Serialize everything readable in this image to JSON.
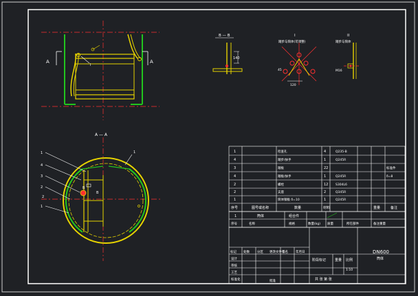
{
  "colors": {
    "background": "#1f2125",
    "frame": "#ffffff",
    "yellow": "#e6d200",
    "green": "#22c51e",
    "red": "#ff3030",
    "white": "#e8e8e8"
  },
  "views": {
    "front_marker_left": "A",
    "front_marker_right": "A",
    "section_aa_title": "A — A",
    "section_bb_title": "B — B",
    "detail1_title": "I",
    "detail2_title": "II",
    "detail1_note": "踏步与筒体(可调整)",
    "detail2_note": "踏步与筒体",
    "bb_dim": "140",
    "d1_dim_a": "45",
    "d1_dim_b": "120",
    "d2_dim": "M16",
    "d2_note": "M16螺栓",
    "plan_tag_b": "B",
    "plan_tag_b2": "B",
    "plan_dim_left": "2",
    "front_tag": "I",
    "callouts": [
      "1",
      "4",
      "3",
      "2",
      "1"
    ],
    "right_tag": "1"
  },
  "bom": {
    "rows": [
      {
        "no": "1",
        "name": "检查孔",
        "qty": "4",
        "material": "Q235-B",
        "note": ""
      },
      {
        "no": "4",
        "name": "踏步/扶手",
        "qty": "1",
        "material": "Q245R",
        "note": ""
      },
      {
        "no": "3",
        "name": "踏板",
        "qty": "22",
        "material": "",
        "note": "标准件"
      },
      {
        "no": "4",
        "name": "踏板/扶手",
        "qty": "1",
        "material": "Q245R",
        "note": "δ=8"
      },
      {
        "no": "2",
        "name": "螺栓",
        "qty": "12",
        "material": "S304L6",
        "note": ""
      },
      {
        "no": "2",
        "name": "支座",
        "qty": "2",
        "material": "Q345R",
        "note": ""
      },
      {
        "no": "1",
        "name": "筒体钢板 δ=10",
        "qty": "1",
        "material": "Q245R",
        "note": ""
      }
    ],
    "header": {
      "no": "序号",
      "name": "图号或名称",
      "qty": "数量",
      "material": "材料",
      "weight": "重量",
      "note": "备注"
    },
    "sub_header": [
      "1",
      "筒体",
      "组合件"
    ],
    "col_labels": [
      "序号",
      "名称",
      "规格",
      "数量(kg)",
      "质量",
      "所在部件",
      "备注重量"
    ]
  },
  "title_block": {
    "drawing_no": "DN600",
    "drawing_sub": "筒体",
    "rows_left": [
      "标记",
      "处数",
      "分区",
      "更改文件号",
      "签名",
      "年月日"
    ],
    "roles": [
      "设计",
      "审核",
      "工艺",
      "标准化",
      "批准"
    ],
    "stage_labels": [
      "阶段标记",
      "重量",
      "比例"
    ],
    "scale": "1:10",
    "sheet": "共 张 第 张"
  }
}
